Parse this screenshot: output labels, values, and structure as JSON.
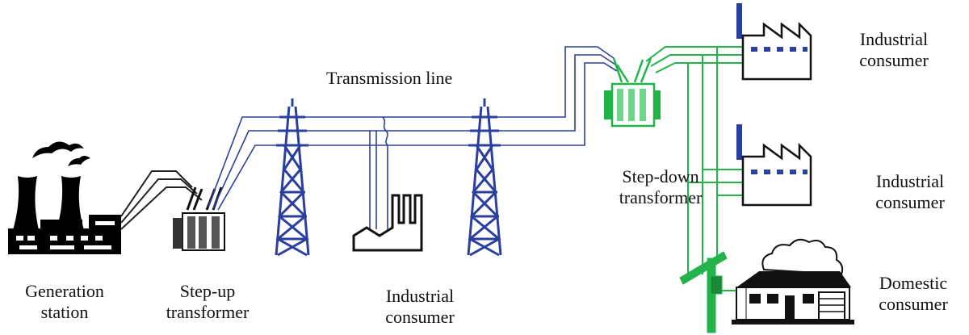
{
  "labels": {
    "transmission_line": "Transmission line",
    "generation_station": [
      "Generation",
      "station"
    ],
    "step_up_transformer": [
      "Step-up",
      "transformer"
    ],
    "industrial_consumer_middle": [
      "Industrial",
      "consumer"
    ],
    "step_down_transformer": [
      "Step-down",
      "transformer"
    ],
    "industrial_consumer_top": [
      "Industrial",
      "consumer"
    ],
    "industrial_consumer_mid_right": [
      "Industrial",
      "consumer"
    ],
    "domestic_consumer": [
      "Domestic",
      "consumer"
    ]
  },
  "colors": {
    "generation_lines": "#222222",
    "transmission": "#2b3f9e",
    "distribution": "#22b34a",
    "outline": "#111111"
  }
}
